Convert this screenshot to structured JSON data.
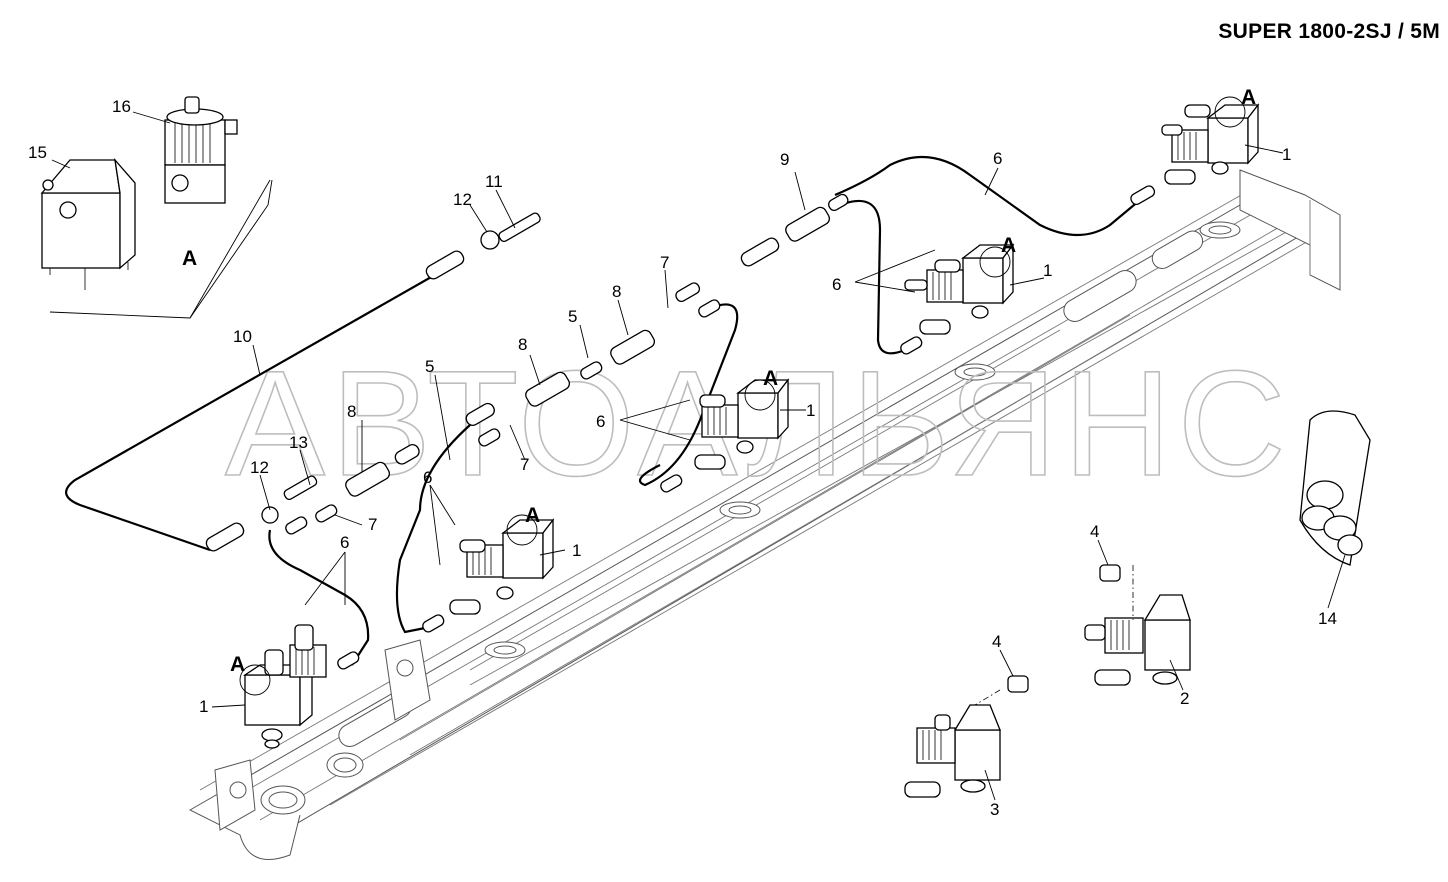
{
  "title": "SUPER 1800-2SJ / 5M",
  "watermark": "АВТОАЛЬЯНС",
  "callouts": {
    "c1a": "1",
    "c1b": "1",
    "c1c": "1",
    "c1d": "1",
    "c1e": "1",
    "c2": "2",
    "c3": "3",
    "c4a": "4",
    "c4b": "4",
    "c5a": "5",
    "c5b": "5",
    "c6a": "6",
    "c6b": "6",
    "c6c": "6",
    "c6d": "6",
    "c6e": "6",
    "c7a": "7",
    "c7b": "7",
    "c7c": "7",
    "c8a": "8",
    "c8b": "8",
    "c8c": "8",
    "c9": "9",
    "c10": "10",
    "c11": "11",
    "c12a": "12",
    "c12b": "12",
    "c13": "13",
    "c14": "14",
    "c15": "15",
    "c16": "16",
    "detail_a": "A"
  },
  "colors": {
    "line": "#000000",
    "watermark": "#bdbdbd",
    "beam": "#555555"
  }
}
